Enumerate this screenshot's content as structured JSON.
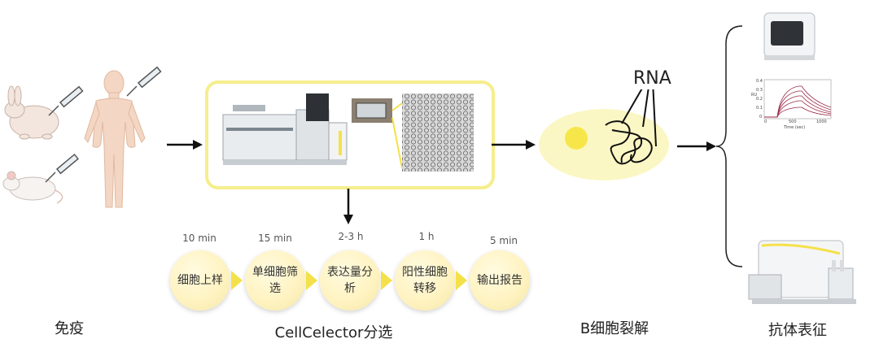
{
  "colors": {
    "highlight": "#f6ee8c",
    "accent": "#f4e14a",
    "cell": "#fbf7c4",
    "nucleus": "#f7e64a"
  },
  "stages": {
    "immunization": {
      "label": "免疫"
    },
    "sorting": {
      "label": "CellCelector分选"
    },
    "lysis": {
      "label": "B细胞裂解",
      "rna_label": "RNA"
    },
    "characterization": {
      "label": "抗体表征"
    }
  },
  "steps": [
    {
      "time": "10 min",
      "text": "细胞上样"
    },
    {
      "time": "15 min",
      "text": "单细胞筛选"
    },
    {
      "time": "2-3 h",
      "text": "表达量分析"
    },
    {
      "time": "1 h",
      "text": "阳性细胞转移"
    },
    {
      "time": "5 min",
      "text": "输出报告"
    }
  ],
  "sensorgram": {
    "ylabel": "RU",
    "xlabel": "Time (sec)",
    "yticks": [
      "0.4",
      "0.3",
      "0.2",
      "0.1",
      "0"
    ],
    "xticks": [
      "0",
      "500",
      "1000"
    ]
  }
}
